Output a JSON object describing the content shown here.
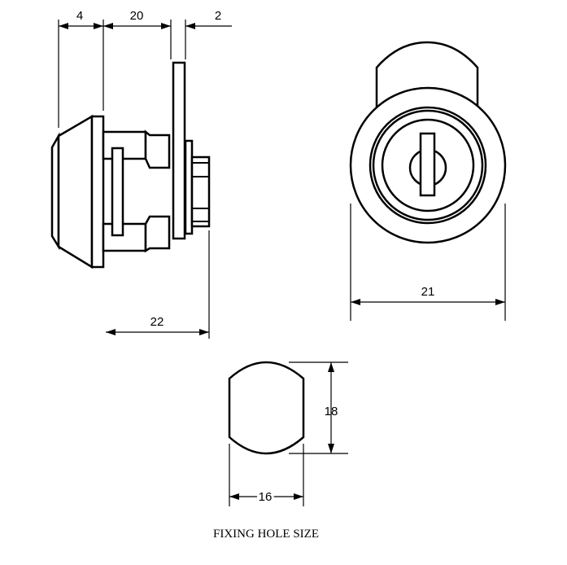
{
  "dimensions": {
    "bezel_depth": "4",
    "body_length": "20",
    "plate_thickness": "2",
    "overall_length": "22",
    "diameter": "21",
    "hole_height": "18",
    "hole_width": "16"
  },
  "caption": "FIXING HOLE SIZE"
}
